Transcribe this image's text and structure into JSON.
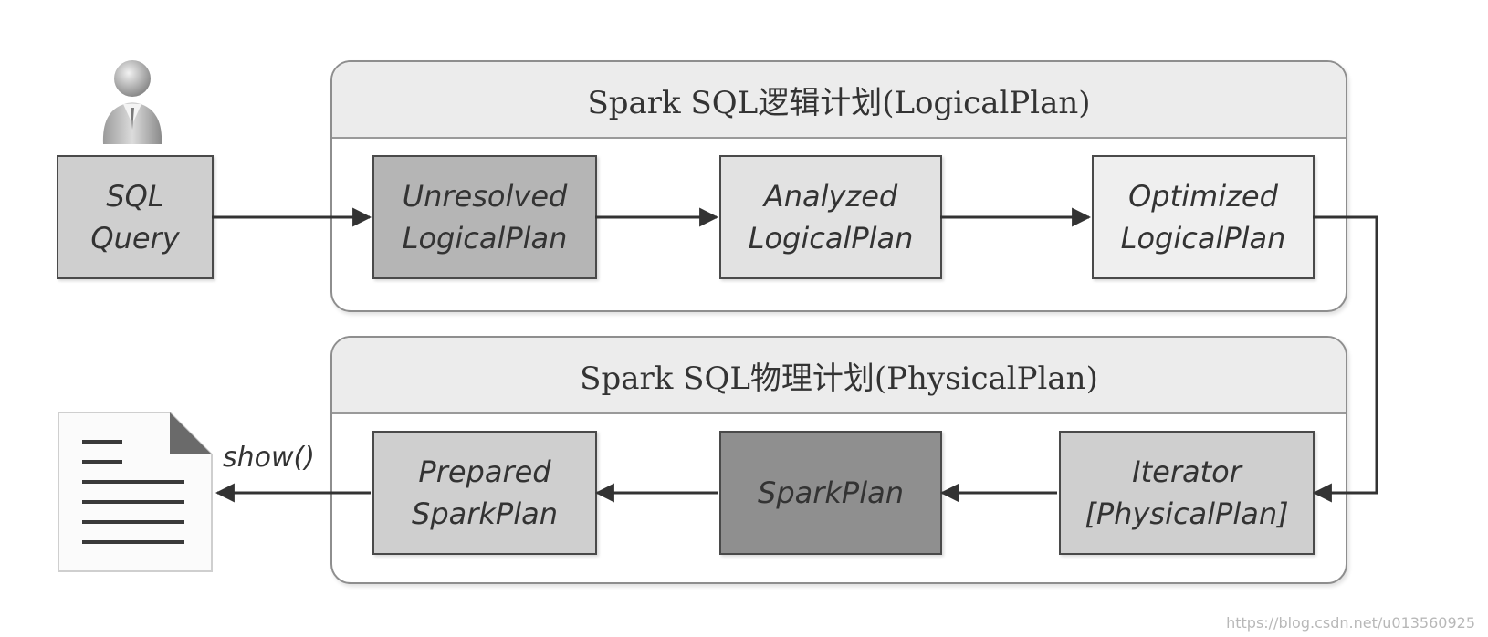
{
  "logical_panel": {
    "title": "Spark SQL逻辑计划(LogicalPlan)"
  },
  "physical_panel": {
    "title": "Spark SQL物理计划(PhysicalPlan)"
  },
  "nodes": {
    "sql_query": [
      "SQL",
      "Query"
    ],
    "unresolved": [
      "Unresolved",
      "LogicalPlan"
    ],
    "analyzed": [
      "Analyzed",
      "LogicalPlan"
    ],
    "optimized": [
      "Optimized",
      "LogicalPlan"
    ],
    "iterator": [
      "Iterator",
      "[PhysicalPlan]"
    ],
    "sparkplan": [
      "SparkPlan"
    ],
    "prepared": [
      "Prepared",
      "SparkPlan"
    ]
  },
  "edge_label_show": "show()",
  "watermark": "https://blog.csdn.net/u013560925",
  "icons": {
    "user": "user-icon",
    "result": "document-icon"
  },
  "colors": {
    "box_border": "#4a4a4a",
    "arrow": "#333333",
    "panel_border": "#8e8e8e",
    "panel_header": "#ececec"
  }
}
